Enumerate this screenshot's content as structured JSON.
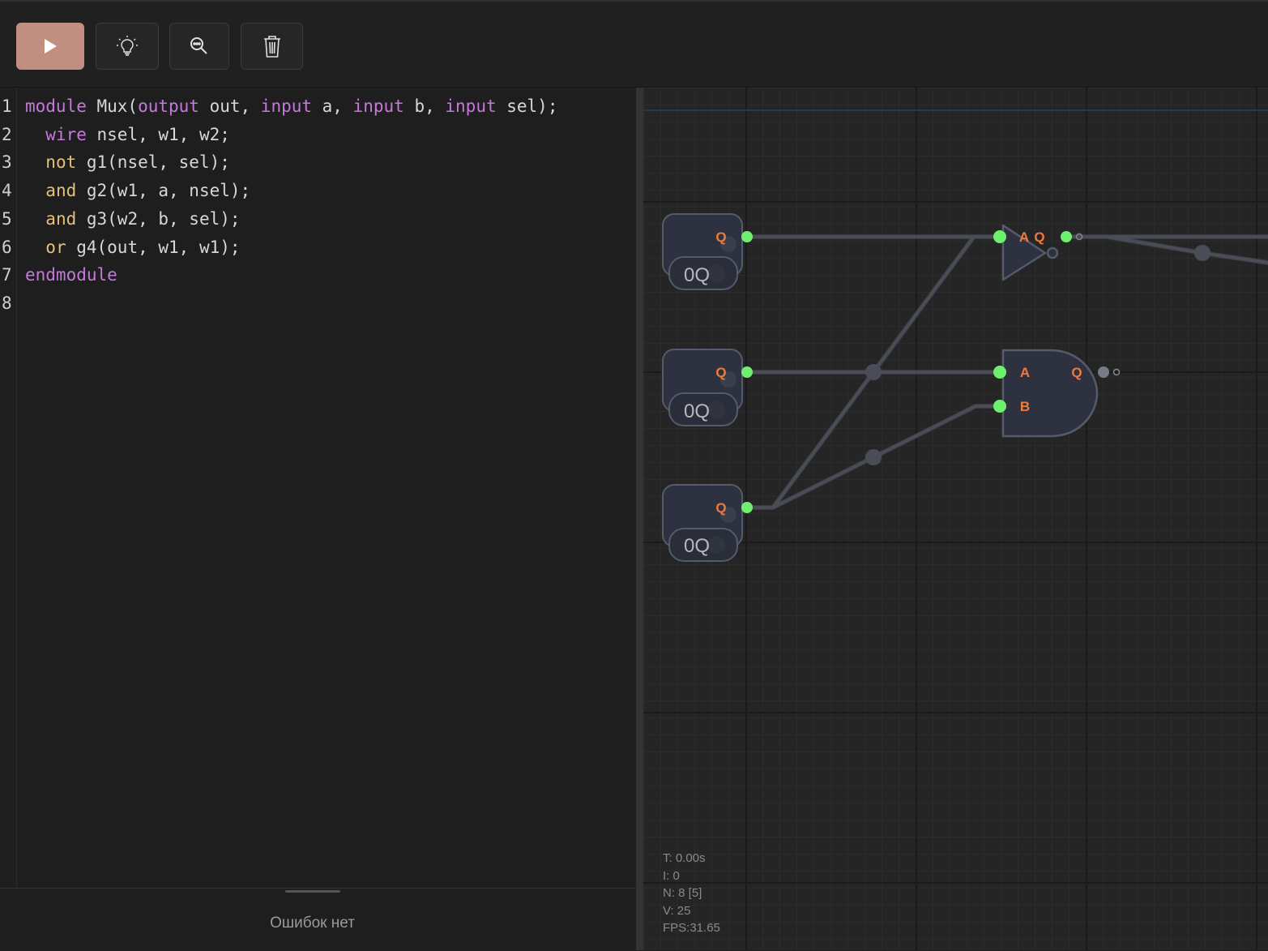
{
  "toolbar": {
    "buttons": [
      {
        "id": "run",
        "icon": "play-icon"
      },
      {
        "id": "hint",
        "icon": "lightbulb-icon"
      },
      {
        "id": "zoom",
        "icon": "search-icon"
      },
      {
        "id": "delete",
        "icon": "trash-icon"
      }
    ],
    "colors": {
      "run_button": "#c08f80",
      "background": "#202020"
    }
  },
  "editor": {
    "lines": [
      {
        "num": "1",
        "tokens": [
          [
            "kw",
            "module"
          ],
          [
            "t",
            " Mux("
          ],
          [
            "kw",
            "output"
          ],
          [
            "t",
            " out, "
          ],
          [
            "kw",
            "input"
          ],
          [
            "t",
            " a, "
          ],
          [
            "kw",
            "input"
          ],
          [
            "t",
            " b, "
          ],
          [
            "kw",
            "input"
          ],
          [
            "t",
            " sel);"
          ]
        ]
      },
      {
        "num": "2",
        "tokens": [
          [
            "t",
            "  "
          ],
          [
            "kw",
            "wire"
          ],
          [
            "t",
            " nsel, w1, w2;"
          ]
        ]
      },
      {
        "num": "3",
        "tokens": [
          [
            "t",
            "  "
          ],
          [
            "gt",
            "not"
          ],
          [
            "t",
            " g1(nsel, sel);"
          ]
        ]
      },
      {
        "num": "4",
        "tokens": [
          [
            "t",
            "  "
          ],
          [
            "gt",
            "and"
          ],
          [
            "t",
            " g2(w1, a, nsel);"
          ]
        ]
      },
      {
        "num": "5",
        "tokens": [
          [
            "t",
            "  "
          ],
          [
            "gt",
            "and"
          ],
          [
            "t",
            " g3(w2, b, sel);"
          ]
        ]
      },
      {
        "num": "6",
        "tokens": [
          [
            "t",
            "  "
          ],
          [
            "gt",
            "or"
          ],
          [
            "t",
            " g4(out, w1, w1);"
          ]
        ]
      },
      {
        "num": "7",
        "tokens": [
          [
            "kw",
            "endmodule"
          ]
        ]
      },
      {
        "num": "8",
        "tokens": []
      }
    ],
    "colors": {
      "keyword": "#c678dd",
      "gate": "#e5c07b",
      "text": "#d7d7d7"
    }
  },
  "status": {
    "message": "Ошибок нет"
  },
  "circuit": {
    "inputs": [
      {
        "label": "Q",
        "toggle": "0Q"
      },
      {
        "label": "Q",
        "toggle": "0Q"
      },
      {
        "label": "Q",
        "toggle": "0Q"
      }
    ],
    "not_gate": {
      "in_label": "A",
      "out_label": "Q"
    },
    "and_gate": {
      "in_a": "A",
      "in_b": "B",
      "out_label": "Q"
    },
    "colors": {
      "pin_active": "#6ef06e",
      "pin_label": "#f07a3c",
      "wire": "#4a4d57"
    }
  },
  "stats": {
    "t": "T: 0.00s",
    "i": "I: 0",
    "n": "N: 8 [5]",
    "v": "V: 25",
    "fps": "FPS:31.65"
  }
}
